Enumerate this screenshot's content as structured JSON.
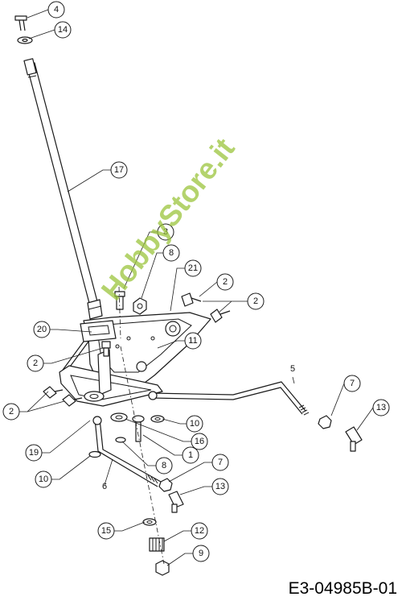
{
  "drawing_code": "E3-04985B-01",
  "watermark": "HobbyStore.it",
  "callouts": {
    "c4": "4",
    "c14": "14",
    "c17": "17",
    "c3": "3",
    "c8a": "8",
    "c21": "21",
    "c2a": "2",
    "c2b": "2",
    "c20": "20",
    "c2c": "2",
    "c11": "11",
    "c5": "5",
    "c7a": "7",
    "c13a": "13",
    "c2d": "2",
    "c10a": "10",
    "c16": "16",
    "c19": "19",
    "c1": "1",
    "c10b": "10",
    "c8b": "8",
    "c6": "6",
    "c7b": "7",
    "c13b": "13",
    "c15": "15",
    "c12": "12",
    "c9": "9"
  }
}
